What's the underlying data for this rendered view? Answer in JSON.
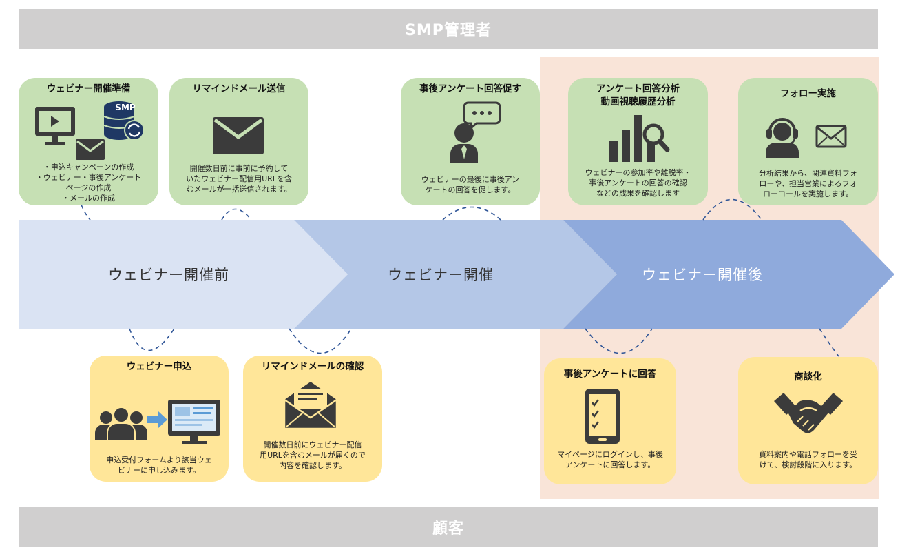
{
  "top_band": {
    "label": "SMP管理者"
  },
  "bottom_band": {
    "label": "顧客"
  },
  "phases": [
    {
      "label": "ウェビナー開催前"
    },
    {
      "label": "ウェビナー開催"
    },
    {
      "label": "ウェビナー開催後"
    }
  ],
  "admin_steps": [
    {
      "title": "ウェビナー開催準備",
      "lines": [
        "・申込キャンペーンの作成",
        "・ウェビナー・事後アンケート",
        "ページの作成",
        "・メールの作成"
      ],
      "icon_badge": "SMP",
      "icons": [
        "monitor-icon",
        "database-icon",
        "mail-icon"
      ]
    },
    {
      "title": "リマインドメール送信",
      "lines": [
        "開催数日前に事前に予約して",
        "いたウェビナー配信用URLを含",
        "むメールが一括送信されます。"
      ],
      "icons": [
        "mail-icon"
      ]
    },
    {
      "title": "事後アンケート回答促す",
      "lines": [
        "ウェビナーの最後に事後アン",
        "ケートの回答を促します。"
      ],
      "icons": [
        "speaker-person-icon"
      ]
    },
    {
      "title_lines": [
        "アンケート回答分析",
        "動画視聴履歴分析"
      ],
      "lines": [
        "ウェビナーの参加率や離脱率・",
        "事後アンケートの回答の確認",
        "などの成果を確認します"
      ],
      "icons": [
        "bar-chart-search-icon"
      ]
    },
    {
      "title": "フォロー実施",
      "lines": [
        "分析結果から、関連資料フォ",
        "ローや、担当営業によるフォ",
        "ローコールを実施します。"
      ],
      "icons": [
        "headset-operator-icon",
        "mail-icon"
      ]
    }
  ],
  "customer_steps": [
    {
      "title": "ウェビナー申込",
      "lines": [
        "申込受付フォームより該当ウェ",
        "ビナーに申し込みます。"
      ],
      "icons": [
        "group-icon",
        "arrow-right-icon",
        "monitor-icon"
      ]
    },
    {
      "title": "リマインドメールの確認",
      "lines": [
        "開催数日前にウェビナー配信",
        "用URLを含むメールが届くので",
        "内容を確認します。"
      ],
      "icons": [
        "open-mail-icon"
      ]
    },
    {
      "title": "事後アンケートに回答",
      "lines": [
        "マイページにログインし、事後",
        "アンケートに回答します。"
      ],
      "icons": [
        "smartphone-checklist-icon"
      ]
    },
    {
      "title": "商談化",
      "lines": [
        "資料案内や電話フォローを受",
        "けて、検討段階に入ります。"
      ],
      "icons": [
        "handshake-icon"
      ]
    }
  ],
  "colors": {
    "band": "#d0cfcf",
    "after_zone": "#f9e4d8",
    "phase_1": "#dae3f3",
    "phase_2": "#b4c7e7",
    "phase_3": "#8faadc",
    "admin_card": "#c6e0b4",
    "customer_card": "#ffe699",
    "icon": "#3b3b3b",
    "icon_accent": "#5b9bd5",
    "connector": "#2f5597"
  }
}
